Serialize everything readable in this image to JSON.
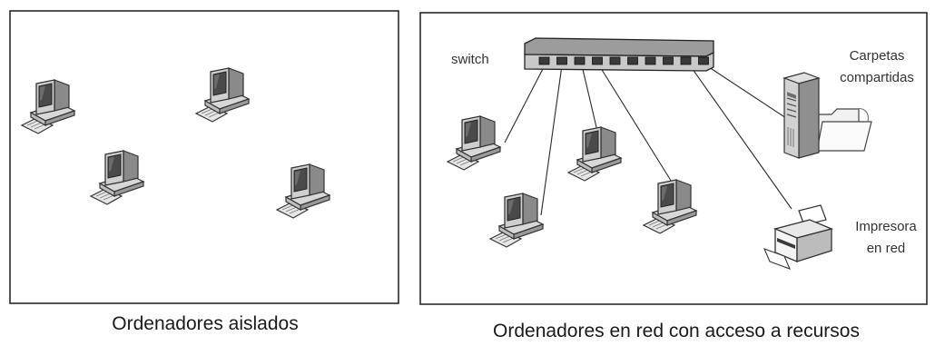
{
  "left_panel": {
    "caption": "Ordenadores aislados",
    "computers": [
      {
        "icon": "desktop-computer-icon"
      },
      {
        "icon": "desktop-computer-icon"
      },
      {
        "icon": "desktop-computer-icon"
      },
      {
        "icon": "desktop-computer-icon"
      }
    ]
  },
  "right_panel": {
    "caption": "Ordenadores en red con acceso a recursos",
    "switch": {
      "label": "switch",
      "icon": "network-switch-icon",
      "ports": 10
    },
    "server": {
      "label_line1": "Carpetas",
      "label_line2": "compartidas",
      "icon": "file-server-icon"
    },
    "printer": {
      "label_line1": "Impresora",
      "label_line2": "en red",
      "icon": "network-printer-icon"
    },
    "computers": [
      {
        "icon": "desktop-computer-icon"
      },
      {
        "icon": "desktop-computer-icon"
      },
      {
        "icon": "desktop-computer-icon"
      },
      {
        "icon": "desktop-computer-icon"
      }
    ]
  }
}
